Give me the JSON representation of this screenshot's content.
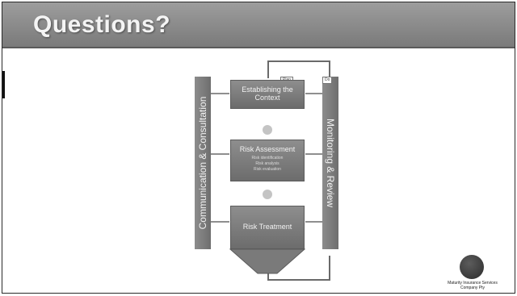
{
  "slide": {
    "title": "Questions?"
  },
  "diagram": {
    "left_bar": "Communication & Consultation",
    "right_bar": "Monitoring & Review",
    "steps": [
      {
        "heading": "Establishing the Context",
        "details": []
      },
      {
        "heading": "Risk Assessment",
        "details": [
          "Risk identification",
          "Risk analysis",
          "Risk evaluation"
        ]
      },
      {
        "heading": "Risk Treatment",
        "details": []
      }
    ],
    "tags": [
      "Plan",
      "Do"
    ]
  },
  "footer": {
    "caption_line1": "Maturity Insurance Services",
    "caption_line2": "Company Pty"
  }
}
